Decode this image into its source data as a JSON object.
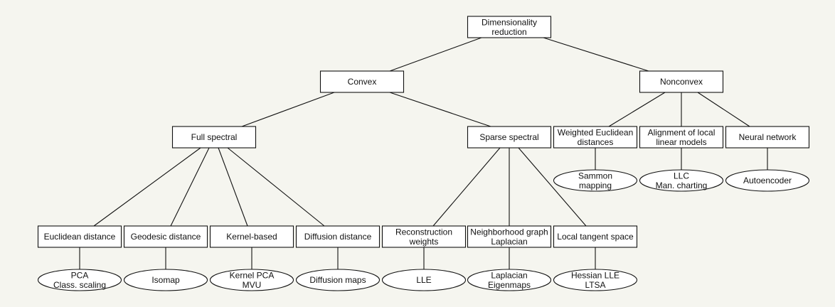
{
  "nodes": {
    "root": {
      "lines": [
        "Dimensionality",
        "reduction"
      ]
    },
    "convex": {
      "lines": [
        "Convex"
      ]
    },
    "nonconvex": {
      "lines": [
        "Nonconvex"
      ]
    },
    "full": {
      "lines": [
        "Full spectral"
      ]
    },
    "sparse": {
      "lines": [
        "Sparse spectral"
      ]
    },
    "weighted": {
      "lines": [
        "Weighted Euclidean",
        "distances"
      ]
    },
    "alignment": {
      "lines": [
        "Alignment of local",
        "linear models"
      ]
    },
    "neural": {
      "lines": [
        "Neural network"
      ]
    },
    "euclid": {
      "lines": [
        "Euclidean distance"
      ]
    },
    "geodesic": {
      "lines": [
        "Geodesic distance"
      ]
    },
    "kernel": {
      "lines": [
        "Kernel-based"
      ]
    },
    "diffusion": {
      "lines": [
        "Diffusion distance"
      ]
    },
    "recon": {
      "lines": [
        "Reconstruction",
        "weights"
      ]
    },
    "neighbor": {
      "lines": [
        "Neighborhood graph",
        "Laplacian"
      ]
    },
    "tangent": {
      "lines": [
        "Local tangent space"
      ]
    },
    "sammon": {
      "lines": [
        "Sammon",
        "mapping"
      ]
    },
    "llc": {
      "lines": [
        "LLC",
        "Man. charting"
      ]
    },
    "autoenc": {
      "lines": [
        "Autoencoder"
      ]
    },
    "pca": {
      "lines": [
        "PCA",
        "Class. scaling"
      ]
    },
    "isomap": {
      "lines": [
        "Isomap"
      ]
    },
    "kpca": {
      "lines": [
        "Kernel PCA",
        "MVU"
      ]
    },
    "dmaps": {
      "lines": [
        "Diffusion maps"
      ]
    },
    "lle": {
      "lines": [
        "LLE"
      ]
    },
    "lapeig": {
      "lines": [
        "Laplacian",
        "Eigenmaps"
      ]
    },
    "hessian": {
      "lines": [
        "Hessian LLE",
        "LTSA"
      ]
    }
  },
  "edges": [
    [
      "root",
      "convex"
    ],
    [
      "root",
      "nonconvex"
    ],
    [
      "convex",
      "full"
    ],
    [
      "convex",
      "sparse"
    ],
    [
      "nonconvex",
      "weighted"
    ],
    [
      "nonconvex",
      "alignment"
    ],
    [
      "nonconvex",
      "neural"
    ],
    [
      "full",
      "euclid"
    ],
    [
      "full",
      "geodesic"
    ],
    [
      "full",
      "kernel"
    ],
    [
      "full",
      "diffusion"
    ],
    [
      "sparse",
      "recon"
    ],
    [
      "sparse",
      "neighbor"
    ],
    [
      "sparse",
      "tangent"
    ],
    [
      "weighted",
      "sammon"
    ],
    [
      "alignment",
      "llc"
    ],
    [
      "neural",
      "autoenc"
    ],
    [
      "euclid",
      "pca"
    ],
    [
      "geodesic",
      "isomap"
    ],
    [
      "kernel",
      "kpca"
    ],
    [
      "diffusion",
      "dmaps"
    ],
    [
      "recon",
      "lle"
    ],
    [
      "neighbor",
      "lapeig"
    ],
    [
      "tangent",
      "hessian"
    ]
  ]
}
